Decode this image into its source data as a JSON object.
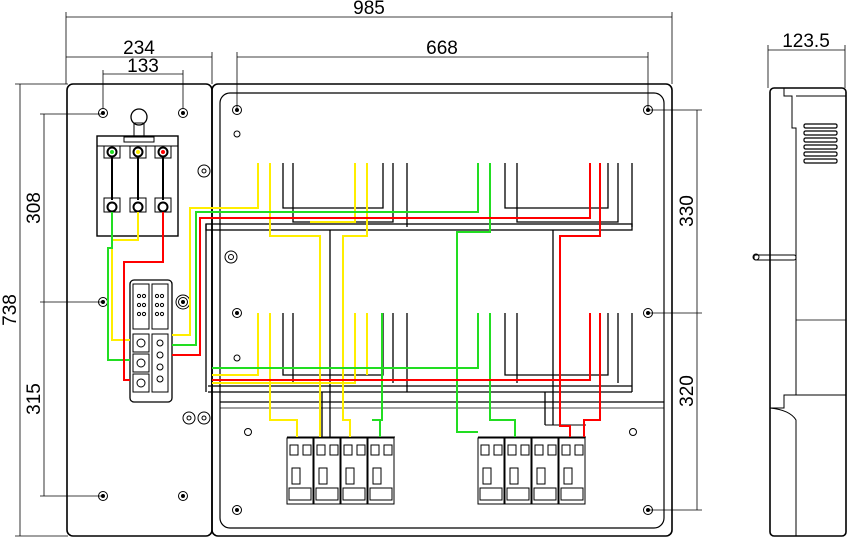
{
  "dimensions": {
    "overall_width": "985",
    "left_panel_width": "234",
    "hole_spacing": "133",
    "right_panel_width": "668",
    "side_depth": "123.5",
    "overall_height": "738",
    "upper_height_left": "308",
    "lower_height_left": "315",
    "upper_height_right": "330",
    "lower_height_right": "320"
  },
  "colors": {
    "line": "#000000",
    "wire_yellow": "#ffee00",
    "wire_green": "#22dd22",
    "wire_red": "#ff0000",
    "background": "#ffffff"
  }
}
